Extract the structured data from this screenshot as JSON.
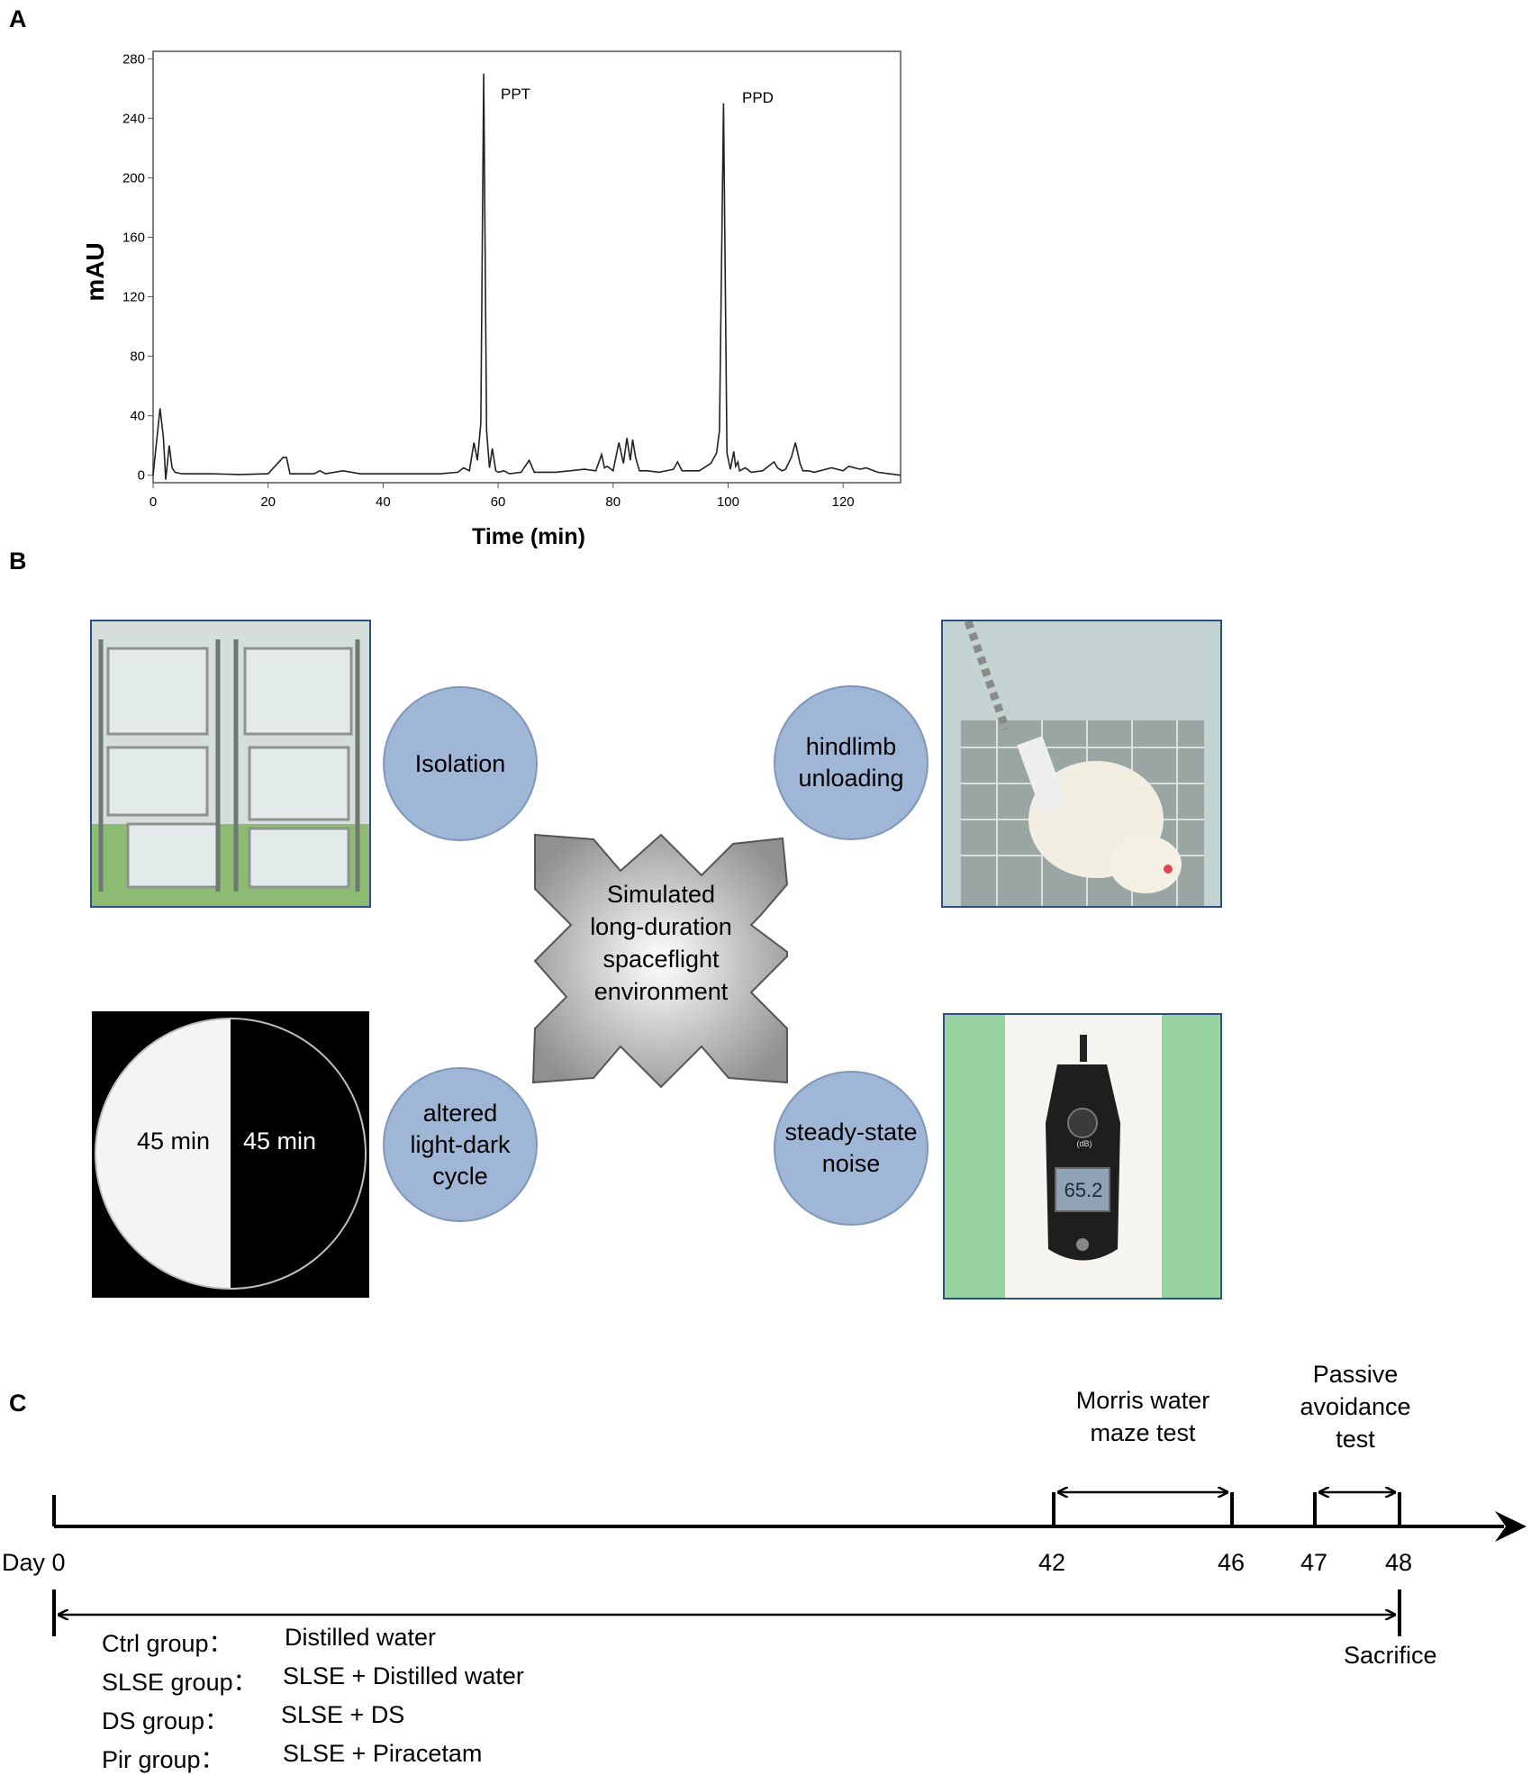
{
  "panels": {
    "a": "A",
    "b": "B",
    "c": "C"
  },
  "chart_data": {
    "type": "line",
    "title": "",
    "xlabel": "Time (min)",
    "ylabel": "mAU",
    "xlim": [
      0,
      130
    ],
    "ylim": [
      -5,
      285
    ],
    "xticks": [
      0,
      20,
      40,
      60,
      80,
      100,
      120
    ],
    "yticks": [
      0,
      40,
      80,
      120,
      160,
      200,
      240,
      280
    ],
    "grid": false,
    "series": [
      {
        "x": [
          0,
          1.2,
          1.8,
          2.2,
          2.8,
          3.3,
          3.8,
          5,
          10,
          15,
          20,
          22.6,
          23.2,
          23.8,
          28,
          29,
          30,
          33,
          36,
          40,
          45,
          50,
          53,
          54,
          55,
          55.8,
          56.4,
          57,
          57.5,
          58,
          58.5,
          59,
          59.6,
          60,
          61,
          62,
          64,
          65.4,
          66.3,
          67,
          70,
          75,
          77,
          78,
          78.5,
          79,
          80,
          81,
          81.8,
          82.4,
          83,
          83.4,
          83.9,
          84.6,
          86,
          88,
          90.5,
          91.2,
          92,
          95,
          97,
          98,
          98.5,
          99.2,
          99.8,
          100.4,
          101,
          101.3,
          101.7,
          102,
          103,
          104,
          106,
          108,
          108.6,
          109.4,
          110,
          111,
          111.7,
          112.5,
          113,
          114,
          115,
          118,
          120,
          121,
          123,
          124,
          126,
          128,
          130
        ],
        "y": [
          0,
          45,
          25,
          -3,
          20,
          5,
          2,
          1,
          1,
          0.5,
          1,
          12,
          12,
          1,
          1,
          3,
          1,
          3,
          1,
          1,
          1,
          1,
          2,
          5,
          3,
          22,
          10,
          35,
          270,
          30,
          5,
          18,
          3,
          2,
          3,
          1,
          2,
          10,
          2,
          2,
          2,
          4,
          3,
          14,
          5,
          6,
          3,
          22,
          8,
          25,
          10,
          24,
          12,
          3,
          3,
          2,
          4,
          9,
          3,
          3,
          8,
          15,
          30,
          250,
          15,
          4,
          16,
          6,
          9,
          3,
          5,
          2,
          3,
          9,
          5,
          3,
          4,
          12,
          22,
          8,
          3,
          3,
          2,
          5,
          3,
          6,
          4,
          5,
          2,
          1,
          0
        ]
      }
    ],
    "annotations": [
      "PPT",
      "PPD"
    ]
  },
  "diagram": {
    "center": "Simulated\nlong-duration\nspaceflight\nenvironment",
    "factors": {
      "isolation": "Isolation",
      "hindlimb": "hindlimb\nunloading",
      "light": "altered\nlight-dark\ncycle",
      "noise": "steady-state\nnoise"
    },
    "light_left": "45 min",
    "light_right": "45 min",
    "meter_reading": "65.2",
    "meter_mode": "(dB)"
  },
  "timeline": {
    "day0": "Day 0",
    "ticks": [
      "42",
      "46",
      "47",
      "48"
    ],
    "morris": "Morris water\nmaze test",
    "passive": "Passive\navoidance\ntest",
    "sacrifice": "Sacrifice",
    "groups": [
      {
        "name": "Ctrl group：",
        "treatment": "Distilled  water"
      },
      {
        "name": "SLSE group：",
        "treatment": "SLSE + Distilled  water"
      },
      {
        "name": "DS group：",
        "treatment": "SLSE + DS"
      },
      {
        "name": "Pir group：",
        "treatment": "SLSE  + Piracetam"
      }
    ]
  },
  "colors": {
    "bubble": "#9fb6d6",
    "photo_border": "#2c4f86",
    "noise_bg": "#98d4a2",
    "arrow": "#b4b4b4"
  }
}
